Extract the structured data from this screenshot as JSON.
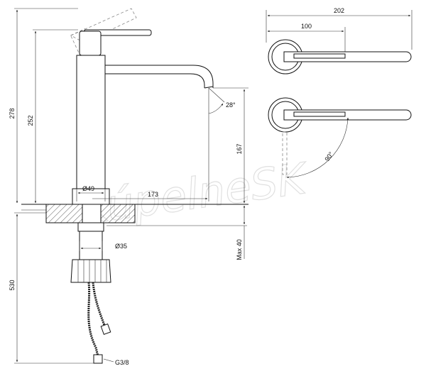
{
  "dimensions": {
    "width_total": "202",
    "width_lever": "100",
    "height_total": "278",
    "height_body": "252",
    "height_spout": "167",
    "spout_reach": "173",
    "body_diameter": "Ø49",
    "thread_diameter": "Ø35",
    "max_thickness": "Max 40",
    "hose_length": "530",
    "connection": "G3/8",
    "spout_angle": "28°",
    "lever_rotation": "90°"
  },
  "watermark": "KúpelneSK",
  "colors": {
    "line": "#111111",
    "hatch": "#555555",
    "dashed": "#888888",
    "watermark": "#d9d9d9"
  }
}
